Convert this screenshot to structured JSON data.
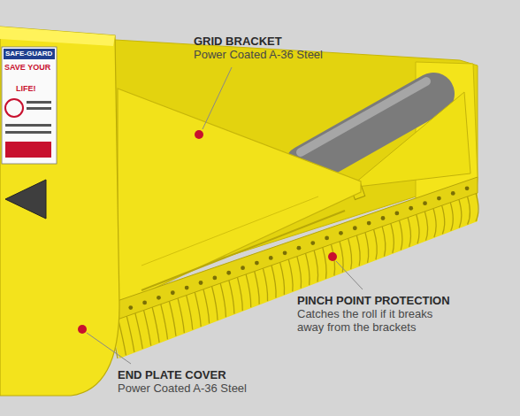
{
  "diagram": {
    "labels": [
      "GRID BRACKET",
      "Power Coated A-36 Steel",
      "PINCH POINT PROTECTION",
      "Catches the roll if it breaks away from the brackets",
      "END PLATE COVER",
      "Power Coated A-36 Steel",
      "SAFE-GUARD",
      "SAVE YOUR",
      "LIFE!"
    ]
  }
}
